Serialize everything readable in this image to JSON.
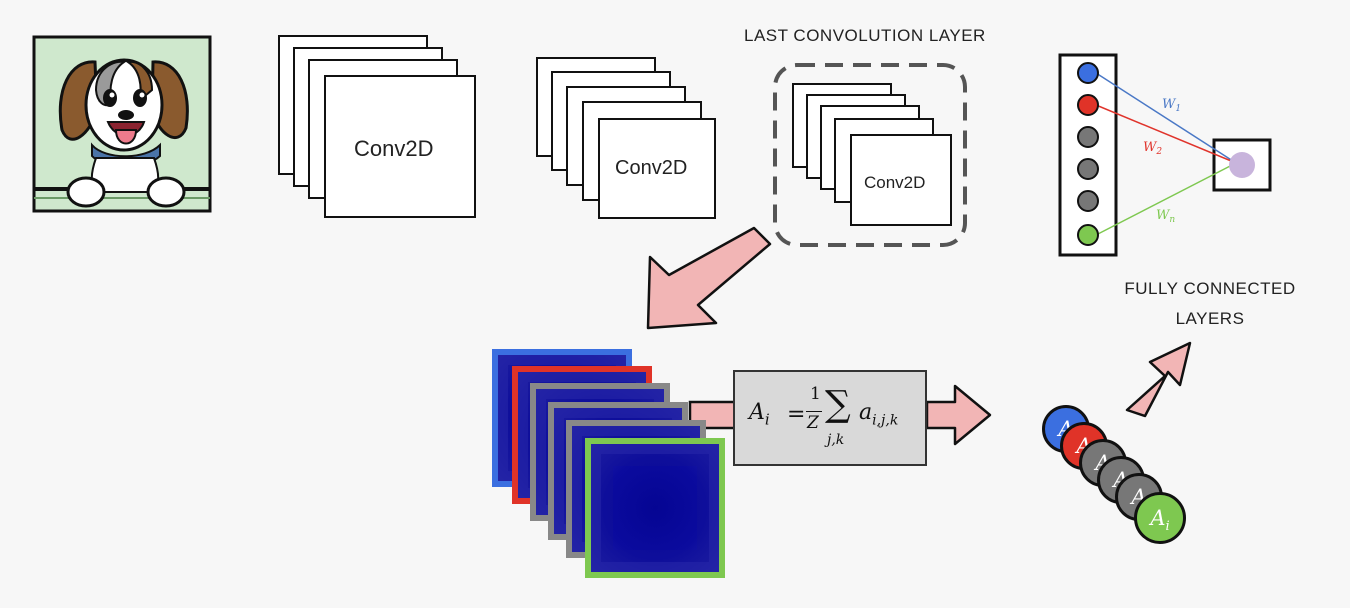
{
  "conv_blocks": [
    {
      "label": "Conv2D"
    },
    {
      "label": "Conv2D"
    },
    {
      "label": "Conv2D"
    }
  ],
  "last_conv_caption": "LAST CONVOLUTION LAYER",
  "fc_caption_line1": "FULLY CONNECTED",
  "fc_caption_line2": "LAYERS",
  "formula": {
    "lhs": "A",
    "lhs_sub": "i",
    "equals": "=",
    "numerator": "1",
    "denominator": "Z",
    "sum": "∑",
    "sum_index": "j,k",
    "term": "a",
    "term_sub": "i,j,k"
  },
  "weights": [
    {
      "symbol": "W",
      "sub": "1",
      "color": "#4a78c6"
    },
    {
      "symbol": "W",
      "sub": "2",
      "color": "#e0342c"
    },
    {
      "symbol": "W",
      "sub": "n",
      "color": "#7ec850"
    }
  ],
  "activation_label": "A",
  "activation_sub": "i",
  "colors": {
    "blue": "#3b6fe0",
    "red": "#e03328",
    "gray": "#777777",
    "green": "#7ec850",
    "arrow_fill": "#f2b5b5",
    "output_node": "#c8b4dc",
    "dog_bg": "#cfe8cd"
  }
}
